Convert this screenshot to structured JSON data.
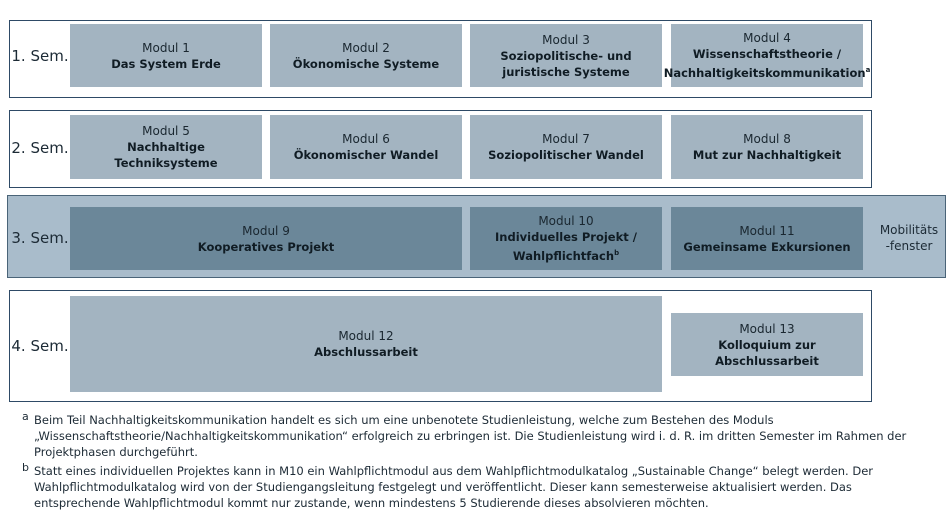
{
  "semesters": [
    {
      "label": "1. Sem."
    },
    {
      "label": "2. Sem."
    },
    {
      "label": "3. Sem."
    },
    {
      "label": "4. Sem."
    }
  ],
  "modules": [
    {
      "num": "Modul 1",
      "title": "Das System Erde"
    },
    {
      "num": "Modul 2",
      "title": "Ökonomische Systeme"
    },
    {
      "num": "Modul 3",
      "title": "Soziopolitische- und juristische Systeme"
    },
    {
      "num": "Modul 4",
      "title": "Wissenschaftstheorie / Nachhaltigkeitskommunikation",
      "footnote": "a"
    },
    {
      "num": "Modul 5",
      "title": "Nachhaltige Techniksysteme"
    },
    {
      "num": "Modul 6",
      "title": "Ökonomischer Wandel"
    },
    {
      "num": "Modul 7",
      "title": "Soziopolitischer Wandel"
    },
    {
      "num": "Modul 8",
      "title": "Mut zur Nachhaltigkeit"
    },
    {
      "num": "Modul 9",
      "title": "Kooperatives Projekt"
    },
    {
      "num": "Modul 10",
      "title": "Individuelles Projekt / Wahlpflichtfach",
      "footnote": "b"
    },
    {
      "num": "Modul 11",
      "title": "Gemeinsame Exkursionen"
    },
    {
      "num": "Modul 12",
      "title": "Abschlussarbeit"
    },
    {
      "num": "Modul 13",
      "title": "Kolloquium zur Abschlussarbeit"
    }
  ],
  "mobility": {
    "line1": "Mobilitäts",
    "line2": "-fenster"
  },
  "notes": [
    {
      "mark": "a",
      "text": "Beim Teil Nachhaltigkeitskommunikation handelt es sich um eine unbenotete Studienleistung, welche zum Bestehen des Moduls „Wissenschaftstheorie/Nachhaltigkeitskommunikation“ erfolgreich zu erbringen ist. Die Studienleistung wird i. d. R. im dritten Semester im Rahmen der Projektphasen durchgeführt."
    },
    {
      "mark": "b",
      "text": "Statt eines individuellen Projektes kann in M10 ein Wahlpflichtmodul aus dem Wahlpflichtmodulkatalog „Sustainable Change“ belegt werden. Der Wahlpflichtmodulkatalog wird von der Studiengangsleitung festgelegt und veröffentlicht. Dieser kann semesterweise aktualisiert werden. Das entsprechende Wahlpflichtmodul kommt nur zustande, wenn mindestens 5 Studierende dieses absolvieren möchten."
    }
  ],
  "colors": {
    "module": "#a3b4c1",
    "module_dark": "#6b8799",
    "row_border": "#2e4a66",
    "sem3_band": "#a9bccb"
  }
}
